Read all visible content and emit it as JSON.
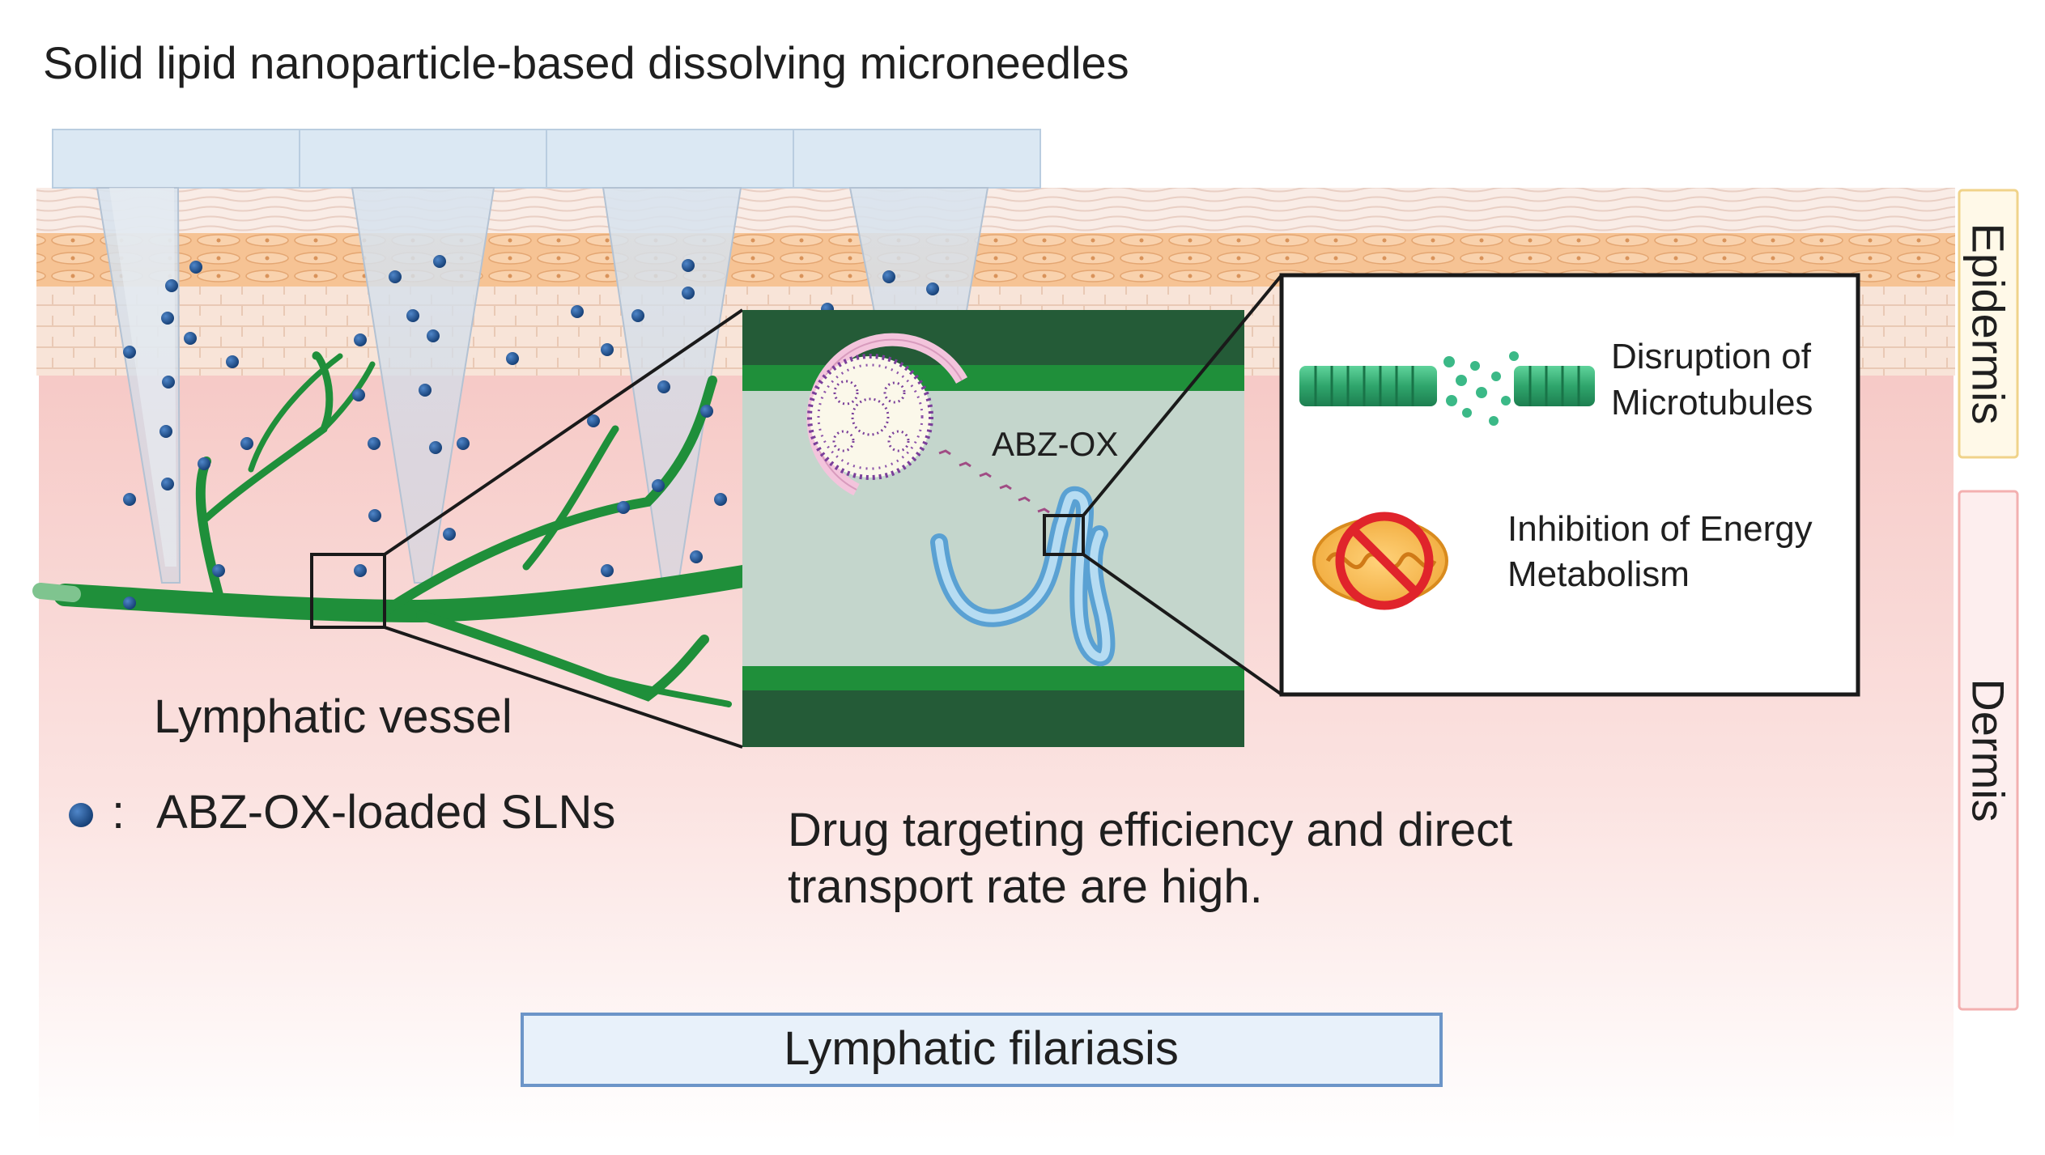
{
  "title": "Solid lipid nanoparticle-based dissolving microneedles",
  "layers": {
    "epidermis": "Epidermis",
    "dermis": "Dermis"
  },
  "labels": {
    "lymphatic_vessel": "Lymphatic vessel",
    "legend_separator": ":",
    "legend_text": "ABZ-OX-loaded SLNs",
    "drug": "ABZ-OX",
    "effect_1_line1": "Disruption of",
    "effect_1_line2": "Microtubules",
    "effect_2_line1": "Inhibition of Energy",
    "effect_2_line2": "Metabolism",
    "note_line1": "Drug targeting efficiency and direct",
    "note_line2": "transport rate are high.",
    "disease": "Lymphatic filariasis"
  },
  "colors": {
    "vessel_green": "#1f8f3a",
    "dark_green": "#245b37",
    "nanoparticle_blue": "#1c4f91",
    "dermis_pink": "#f7cfcf",
    "epidermis_tan": "#f5c89a",
    "worm_blue": "#8cc4e6",
    "prohibit_red": "#e0242b"
  }
}
